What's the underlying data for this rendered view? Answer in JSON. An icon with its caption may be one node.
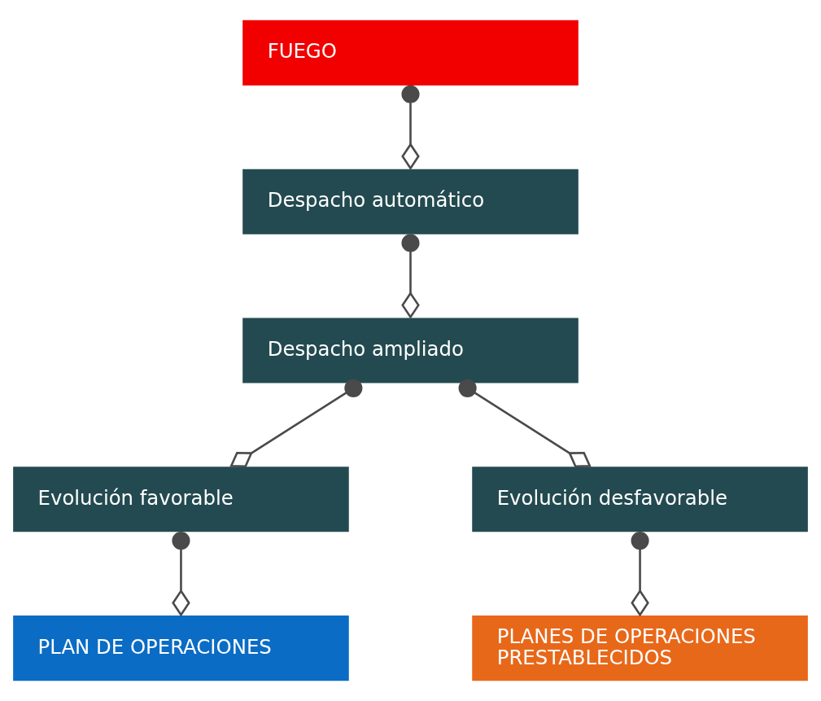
{
  "diagram": {
    "nodes": [
      {
        "text": [
          "FUEGO"
        ]
      },
      {
        "text": [
          "Despacho automático"
        ]
      },
      {
        "text": [
          "Despacho ampliado"
        ]
      },
      {
        "text": [
          "Evolución favorable"
        ]
      },
      {
        "text": [
          "Evolución desfavorable"
        ]
      },
      {
        "text": [
          "PLAN DE OPERACIONES"
        ]
      },
      {
        "text": [
          "PLANES DE OPERACIONES PRESTABLECIDOS"
        ]
      }
    ],
    "edges": [
      {
        "from": 0,
        "to": 1,
        "arrow": "other"
      },
      {
        "from": 1,
        "to": 2,
        "arrow": "other"
      },
      {
        "from": 2,
        "to": 3,
        "arrow": "other"
      },
      {
        "from": 2,
        "to": 4,
        "arrow": "other"
      },
      {
        "from": 3,
        "to": 5,
        "arrow": "other"
      },
      {
        "from": 4,
        "to": 6,
        "arrow": "other"
      }
    ]
  }
}
